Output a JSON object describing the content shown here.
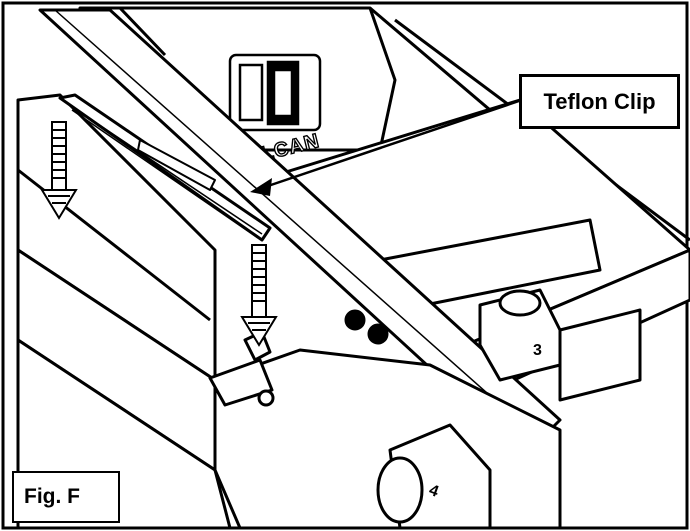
{
  "figure": {
    "callout_label": "Teflon Clip",
    "figure_label": "Fig. F",
    "logo_text": "VULCAN",
    "part_number_3": "3",
    "part_number_4": "4"
  }
}
